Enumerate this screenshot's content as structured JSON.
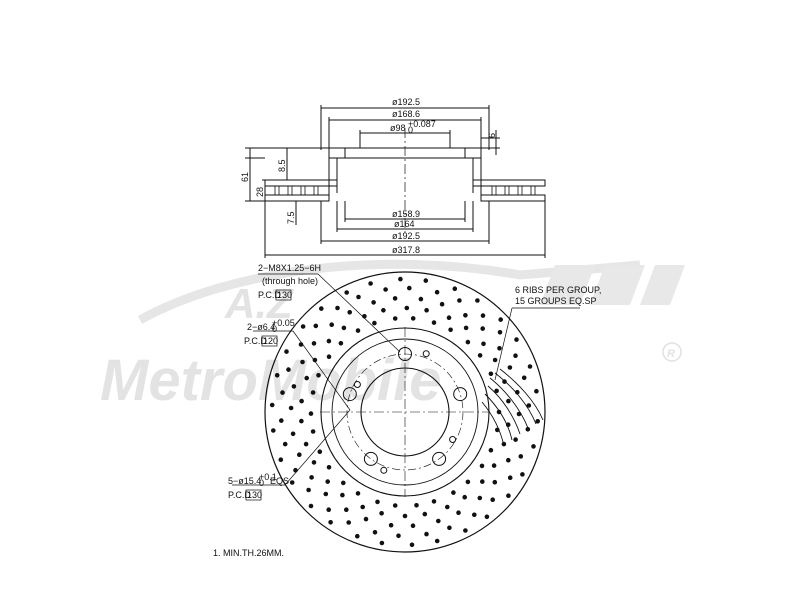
{
  "watermark": {
    "brand": "A.Z",
    "name": "MetroMobile",
    "registered": "R"
  },
  "side_view": {
    "top_dims": [
      "ø192.5",
      "ø168.6",
      "ø98",
      "+0.087",
      "0"
    ],
    "top_right_dim": "6",
    "left_dims": [
      "61",
      "8.5",
      "28",
      "7.5"
    ],
    "bottom_dims": [
      "ø158.9",
      "ø164",
      "ø192.5",
      "ø317.8"
    ]
  },
  "callouts": {
    "thread": {
      "line1": "2−M8X1.25−6H",
      "line2": "(through hole)",
      "pcd_prefix": "P.C.D",
      "pcd_value": "130"
    },
    "pin_holes": {
      "line1": "2−ø6.4",
      "tol_plus": "+0.05",
      "tol_minus": "0",
      "pcd_prefix": "P.C.D",
      "pcd_value": "120"
    },
    "bolt_holes": {
      "line1": "5−ø15.4",
      "tol_plus": "+0.1",
      "tol_minus": "0",
      "suffix": "EQS",
      "pcd_prefix": "P.C.D",
      "pcd_value": "130"
    },
    "ribs": {
      "line1": "6 RIBS PER GROUP,",
      "line2": "15 GROUPS EQ.SP"
    }
  },
  "footnote": "1. MIN.TH.26MM."
}
